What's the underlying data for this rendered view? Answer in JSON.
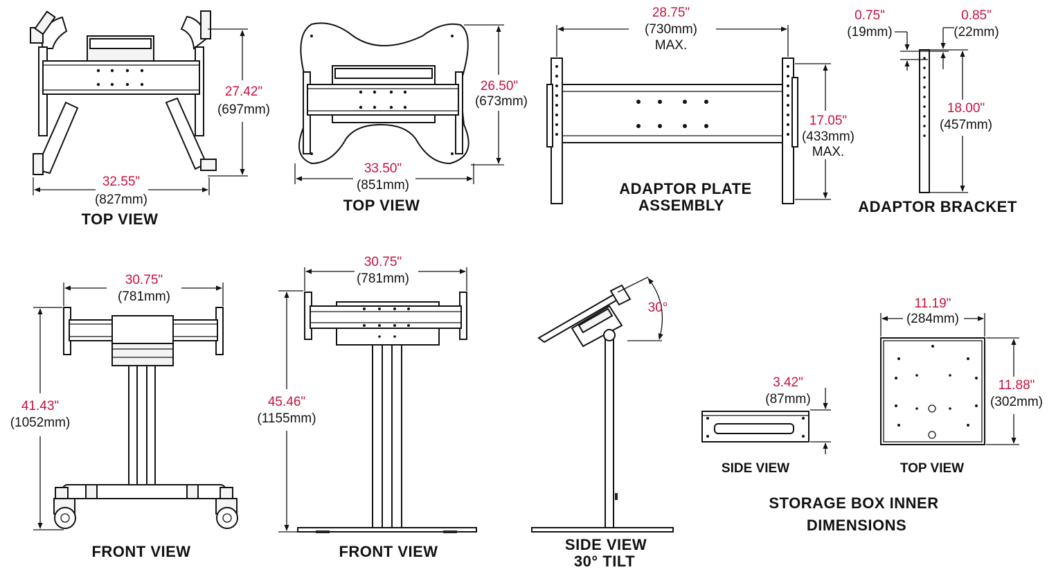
{
  "colors": {
    "dimension": "#c8103e",
    "ink": "#111111",
    "background": "#ffffff"
  },
  "views": {
    "cart_top": {
      "label": "TOP VIEW",
      "width_in": "32.55\"",
      "width_mm": "(827mm)",
      "depth_in": "27.42\"",
      "depth_mm": "(697mm)"
    },
    "stand_top": {
      "label": "TOP VIEW",
      "width_in": "33.50\"",
      "width_mm": "(851mm)",
      "depth_in": "26.50\"",
      "depth_mm": "(673mm)"
    },
    "adaptor_plate": {
      "label_line1": "ADAPTOR PLATE",
      "label_line2": "ASSEMBLY",
      "width_in": "28.75\"",
      "width_mm": "(730mm)",
      "width_note": "MAX.",
      "height_in": "17.05\"",
      "height_mm": "(433mm)",
      "height_note": "MAX."
    },
    "adaptor_bracket": {
      "label": "ADAPTOR BRACKET",
      "left_in": "0.75\"",
      "left_mm": "(19mm)",
      "right_in": "0.85\"",
      "right_mm": "(22mm)",
      "height_in": "18.00\"",
      "height_mm": "(457mm)"
    },
    "cart_front": {
      "label": "FRONT VIEW",
      "width_in": "30.75\"",
      "width_mm": "(781mm)",
      "height_in": "41.43\"",
      "height_mm": "(1052mm)"
    },
    "stand_front": {
      "label": "FRONT VIEW",
      "width_in": "30.75\"",
      "width_mm": "(781mm)",
      "height_in": "45.46\"",
      "height_mm": "(1155mm)"
    },
    "side_tilt": {
      "label_line1": "SIDE VIEW",
      "label_line2": "30° TILT",
      "angle": "30°"
    },
    "storage_box": {
      "title_line1": "STORAGE BOX INNER",
      "title_line2": "DIMENSIONS",
      "side_label": "SIDE VIEW",
      "top_label": "TOP VIEW",
      "side_height_in": "3.42\"",
      "side_height_mm": "(87mm)",
      "top_width_in": "11.19\"",
      "top_width_mm": "(284mm)",
      "top_depth_in": "11.88\"",
      "top_depth_mm": "(302mm)"
    }
  }
}
